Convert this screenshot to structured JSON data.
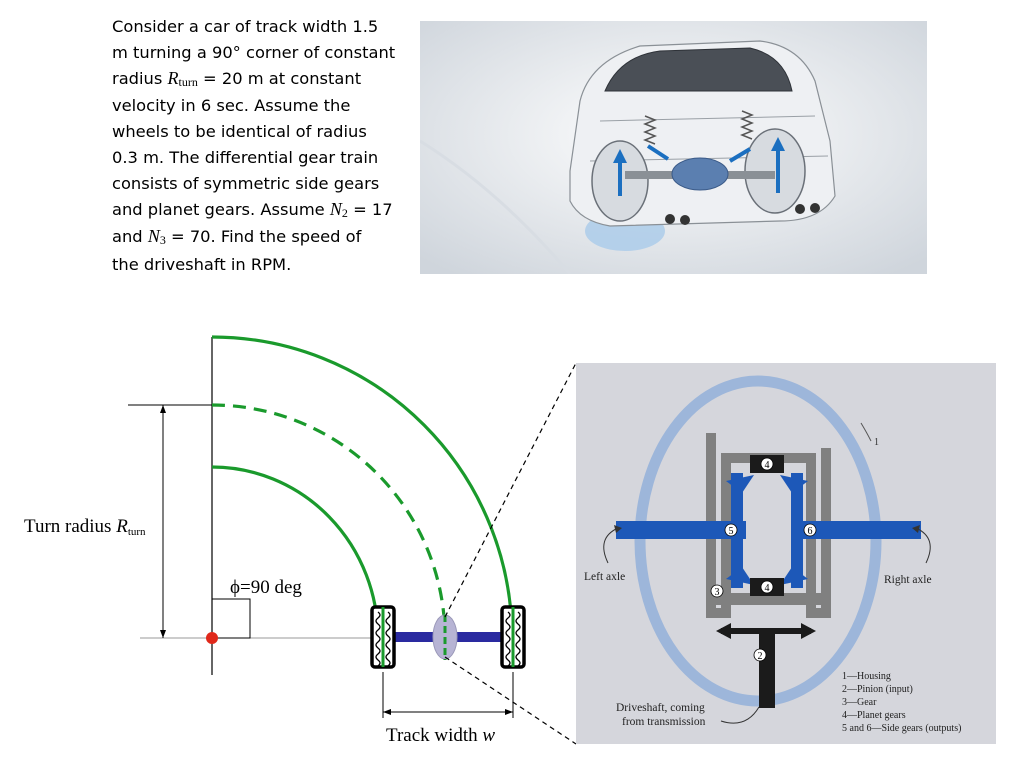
{
  "problem": {
    "line1": "Consider a car of track width 1.5",
    "line2": "m turning a 90° corner of constant",
    "line3_pre": "radius ",
    "line3_var": "R",
    "line3_sub": "turn",
    "line3_post": " = 20 m at constant",
    "line4": "velocity in 6 sec.  Assume the",
    "line5": "wheels to be identical of radius",
    "line6": "0.3 m.  The differential gear train",
    "line7": "consists of symmetric side gears",
    "line8_pre": "and planet gears.  Assume ",
    "line8_var": "N",
    "line8_sub": "2",
    "line8_post": " = 17",
    "line9_pre": "and ",
    "line9_var": "N",
    "line9_sub": "3",
    "line9_post": " = 70.  Find the speed of",
    "line10": "the driveshaft in RPM."
  },
  "turn_diagram": {
    "turn_radius_label": "Turn radius ",
    "turn_radius_var": "R",
    "turn_radius_sub": "turn",
    "phi_label": "ϕ=90 deg",
    "track_width_label": "Track width ",
    "track_width_var": "w"
  },
  "differential": {
    "housing_num": "1",
    "left_axle": "Left axle",
    "right_axle": "Right axle",
    "driveshaft_line1": "Driveshaft, coming",
    "driveshaft_line2": "from transmission",
    "labels": [
      "4",
      "5",
      "6",
      "4",
      "3",
      "2"
    ],
    "legend": [
      "1—Housing",
      "2—Pinion (input)",
      "3—Gear",
      "4—Planet gears",
      "5 and 6—Side gears (outputs)"
    ]
  },
  "colors": {
    "path_green": "#1a9a2c",
    "axle_blue": "#2a2aa0",
    "center_red": "#e0281a",
    "gear_blue": "#1d58b8",
    "housing_blue": "#9db6da"
  }
}
